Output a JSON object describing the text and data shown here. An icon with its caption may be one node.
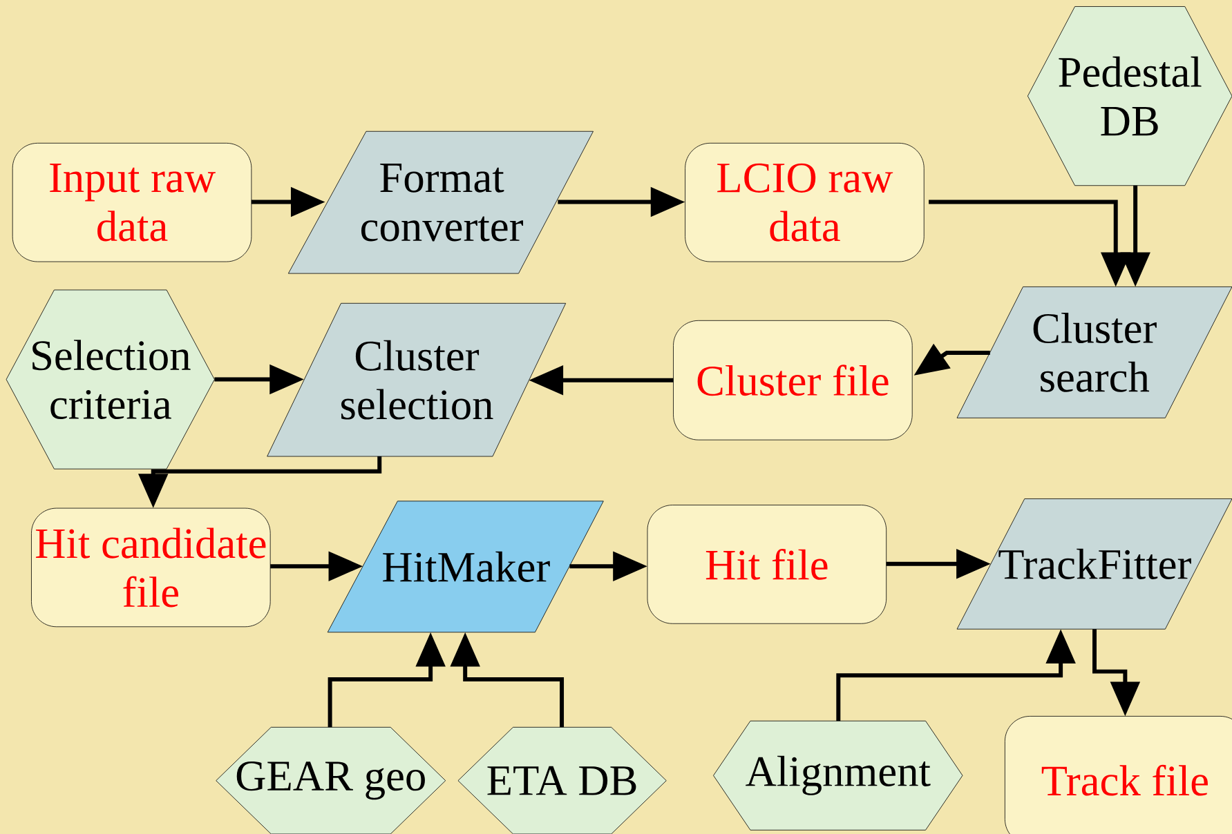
{
  "diagram": {
    "nodes": [
      {
        "text": [
          "Input raw data"
        ]
      },
      {
        "text": [
          "Format converter"
        ]
      },
      {
        "text": [
          "LCIO raw data"
        ]
      },
      {
        "text": [
          "Pedestal DB"
        ]
      },
      {
        "text": [
          "Cluster search"
        ]
      },
      {
        "text": [
          "Cluster file"
        ]
      },
      {
        "text": [
          "Selection criteria"
        ]
      },
      {
        "text": [
          "Cluster selection"
        ]
      },
      {
        "text": [
          "Hit candidate file"
        ]
      },
      {
        "text": [
          "HitMaker"
        ]
      },
      {
        "text": [
          "Hit file"
        ]
      },
      {
        "text": [
          "TrackFitter"
        ]
      },
      {
        "text": [
          "GEAR geo"
        ]
      },
      {
        "text": [
          "ETA DB"
        ]
      },
      {
        "text": [
          "Alignment"
        ]
      },
      {
        "text": [
          "Track file"
        ]
      }
    ],
    "edges": [
      {
        "from": 0,
        "to": 1,
        "arrow": "to"
      },
      {
        "from": 1,
        "to": 2,
        "arrow": "to"
      },
      {
        "from": 2,
        "to": 4,
        "arrow": "to"
      },
      {
        "from": 3,
        "to": 4,
        "arrow": "to"
      },
      {
        "from": 4,
        "to": 5,
        "arrow": "to"
      },
      {
        "from": 5,
        "to": 7,
        "arrow": "to"
      },
      {
        "from": 6,
        "to": 7,
        "arrow": "to"
      },
      {
        "from": 7,
        "to": 8,
        "arrow": "to"
      },
      {
        "from": 8,
        "to": 9,
        "arrow": "to"
      },
      {
        "from": 9,
        "to": 10,
        "arrow": "to"
      },
      {
        "from": 10,
        "to": 11,
        "arrow": "to"
      },
      {
        "from": 12,
        "to": 9,
        "arrow": "to"
      },
      {
        "from": 13,
        "to": 9,
        "arrow": "to"
      },
      {
        "from": 14,
        "to": 11,
        "arrow": "to"
      },
      {
        "from": 11,
        "to": 15,
        "arrow": "to"
      }
    ]
  }
}
